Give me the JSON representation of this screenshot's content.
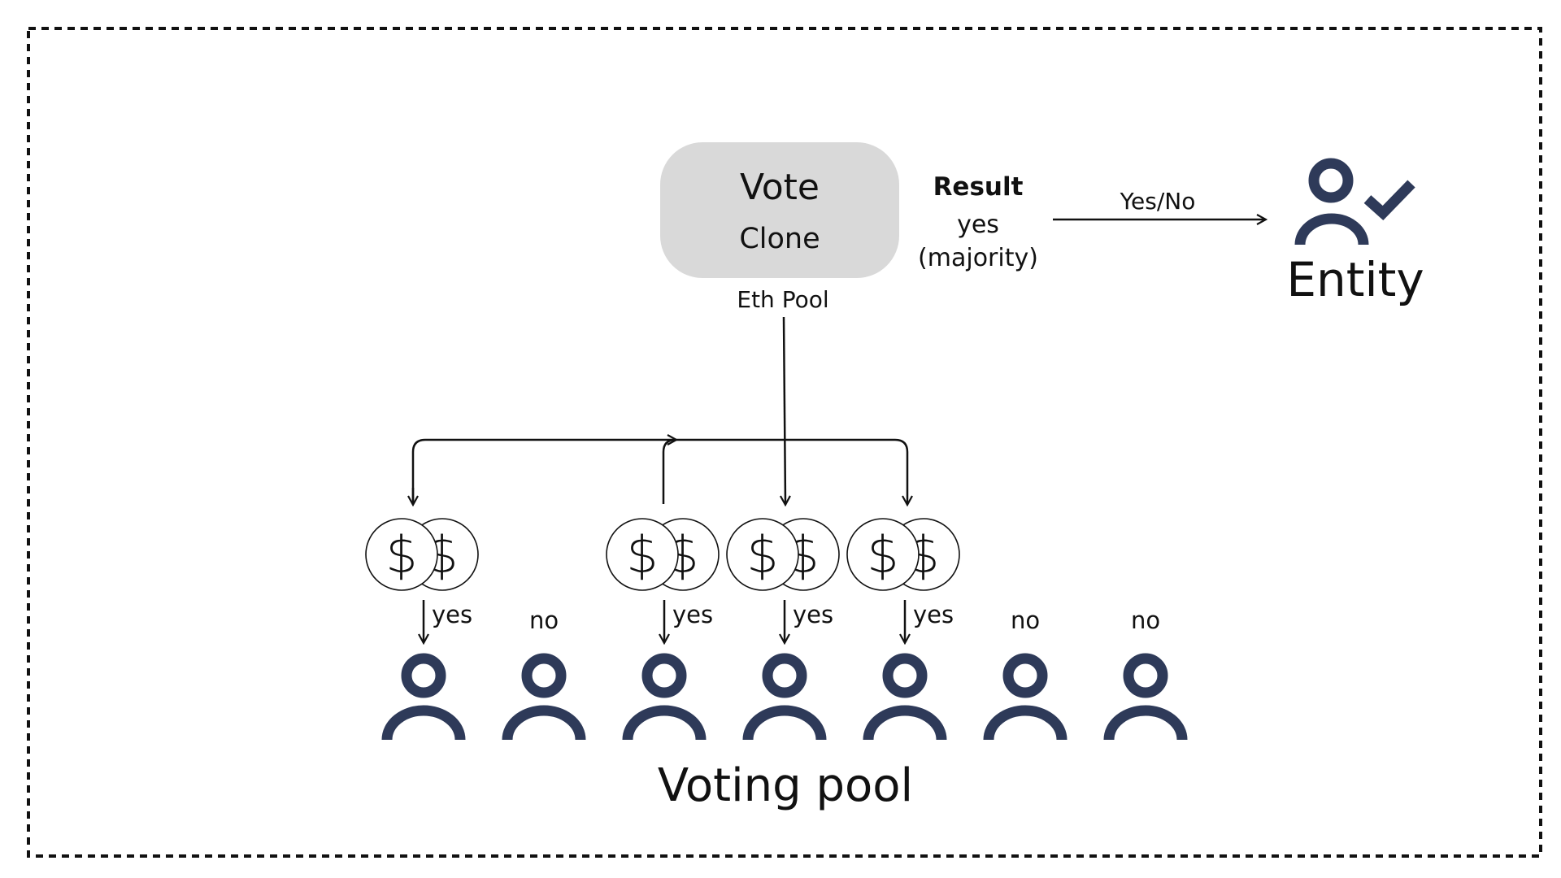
{
  "vote_box": {
    "title": "Vote",
    "subtitle": "Clone",
    "fill_color": "#d9d9d9"
  },
  "pool_label": "Eth Pool",
  "result": {
    "heading": "Result",
    "value": "yes",
    "note": "(majority)"
  },
  "result_arrow_label": "Yes/No",
  "entity": {
    "label": "Entity",
    "icon": "user-check-icon"
  },
  "voters": [
    {
      "vote": "yes",
      "staked": true
    },
    {
      "vote": "no",
      "staked": false
    },
    {
      "vote": "yes",
      "staked": true
    },
    {
      "vote": "yes",
      "staked": true
    },
    {
      "vote": "yes",
      "staked": true
    },
    {
      "vote": "no",
      "staked": false
    },
    {
      "vote": "no",
      "staked": false
    }
  ],
  "coin_glyph": "$",
  "pool_caption": "Voting pool",
  "colors": {
    "icon": "#2e3a59",
    "line": "#111111",
    "box": "#d9d9d9"
  }
}
